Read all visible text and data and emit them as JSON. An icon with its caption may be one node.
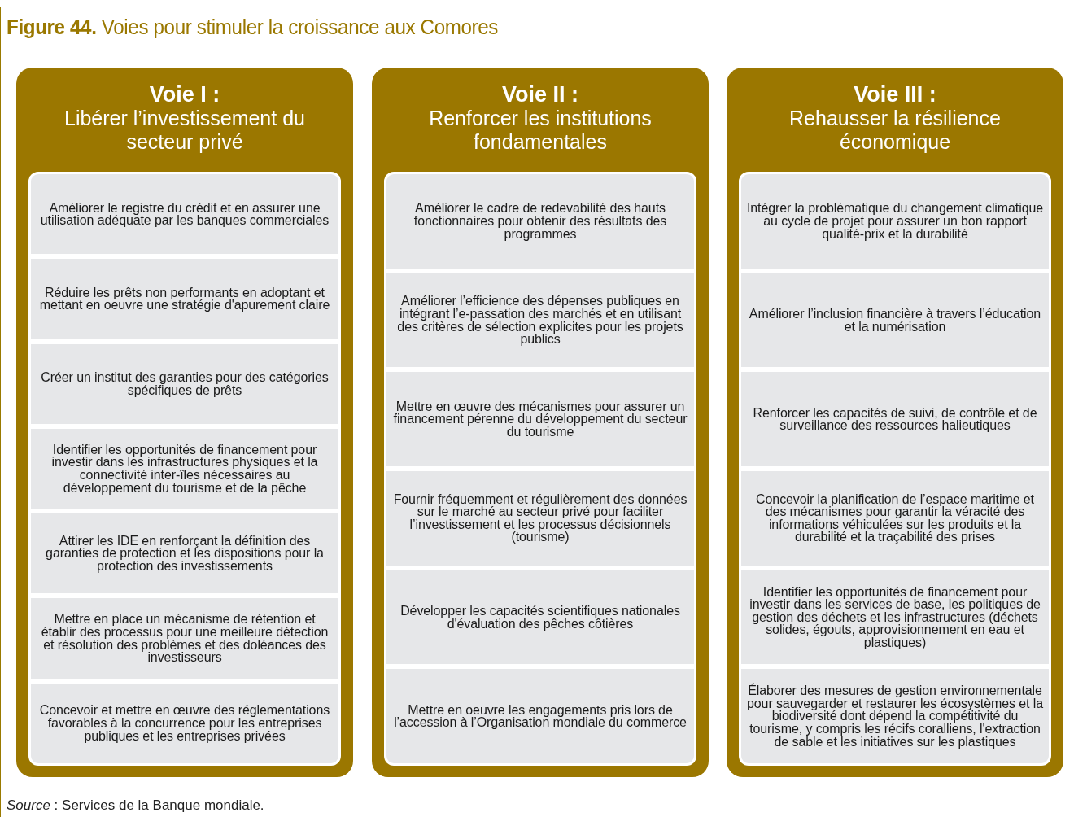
{
  "diagram": {
    "title": "**Figure 44.** Voies pour stimuler la croissance aux Comores",
    "caption": "*Source* : Services de la Banque mondiale.",
    "nodes": [
      {
        "text": [
          "Voie I :",
          "Libérer l’investissement du secteur privé"
        ]
      },
      {
        "text": [
          "Améliorer le registre du crédit et en assurer une utilisation adéquate par les banques commerciales"
        ],
        "in": 0
      },
      {
        "text": [
          "Réduire les prêts non performants en adoptant et mettant en oeuvre une stratégie d'apurement claire"
        ],
        "in": 0
      },
      {
        "text": [
          "Créer un institut des garanties pour des catégories spécifiques de prêts"
        ],
        "in": 0
      },
      {
        "text": [
          "Identifier les opportunités de financement pour investir dans les infrastructures physiques et la connectivité inter-îles nécessaires au développement du tourisme et de la pêche"
        ],
        "in": 0
      },
      {
        "text": [
          "Attirer les IDE en renforçant la définition des garanties de protection et les dispositions pour la protection des investissements"
        ],
        "in": 0
      },
      {
        "text": [
          "Mettre en place un mécanisme de rétention et établir des processus pour une meilleure détection et résolution des problèmes et des doléances des investisseurs"
        ],
        "in": 0
      },
      {
        "text": [
          "Concevoir et mettre en œuvre des réglementations favorables à la concurrence pour les entreprises publiques et les entreprises privées"
        ],
        "in": 0
      },
      {
        "text": [
          "Voie II :",
          "Renforcer les institutions fondamentales"
        ]
      },
      {
        "text": [
          "Améliorer le cadre de redevabilité des hauts fonctionnaires pour obtenir des résultats  des programmes"
        ],
        "in": 8
      },
      {
        "text": [
          "Améliorer l’efficience des dépenses publiques en intégrant l’e-passation des marchés et en utilisant des critères de sélection explicites pour les projets publics"
        ],
        "in": 8
      },
      {
        "text": [
          "Mettre en œuvre des mécanismes pour assurer un financement pérenne du développement du secteur du tourisme"
        ],
        "in": 8
      },
      {
        "text": [
          "Fournir fréquemment et régulièrement des données sur le marché au secteur privé pour faciliter l’investissement et les processus décisionnels (tourisme)"
        ],
        "in": 8
      },
      {
        "text": [
          "Développer les capacités scientifiques nationales d'évaluation des pêches côtières"
        ],
        "in": 8
      },
      {
        "text": [
          "Mettre en oeuvre les engagements pris lors de l’accession à l’Organisation mondiale du commerce"
        ],
        "in": 8
      },
      {
        "text": [
          "Voie III :",
          "Rehausser la résilience économique"
        ]
      },
      {
        "text": [
          "Intégrer la problématique du changement climatique au cycle de projet pour assurer un bon rapport qualité-prix et la durabilité"
        ],
        "in": 15
      },
      {
        "text": [
          "Améliorer l’inclusion financière à travers l’éducation et la numérisation"
        ],
        "in": 15
      },
      {
        "text": [
          "Renforcer les capacités de suivi, de contrôle et de surveillance des ressources halieutiques"
        ],
        "in": 15
      },
      {
        "text": [
          "Concevoir la planification de l’espace maritime et des mécanismes pour garantir la véracité des informations véhiculées sur les produits et la durabilité et la traçabilité des prises"
        ],
        "in": 15
      },
      {
        "text": [
          "Identifier les opportunités de financement pour investir dans les services de base, les politiques de gestion des déchets et les infrastructures (déchets solides, égouts, approvisionnement en eau et plastiques)"
        ],
        "in": 15
      },
      {
        "text": [
          "Élaborer des mesures de gestion environnementale pour sauvegarder et restaurer les écosystèmes et la biodiversité dont dépend la compétitivité du tourisme, y compris les récifs coralliens, l'extraction de sable et les initiatives sur les plastiques"
        ],
        "in": 15
      }
    ]
  }
}
